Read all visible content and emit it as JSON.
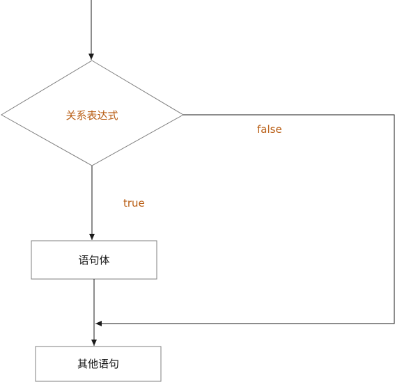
{
  "nodes": {
    "condition": {
      "label": "关系表达式"
    },
    "body": {
      "label": "语句体"
    },
    "next": {
      "label": "其他语句"
    }
  },
  "edges": {
    "true_label": "true",
    "false_label": "false"
  },
  "colors": {
    "condition_text": "#b85c12",
    "edge_label": "#b85c12",
    "node_text": "#111111",
    "shape_stroke": "#7f7f7f",
    "arrow": "#1a1a1a"
  }
}
